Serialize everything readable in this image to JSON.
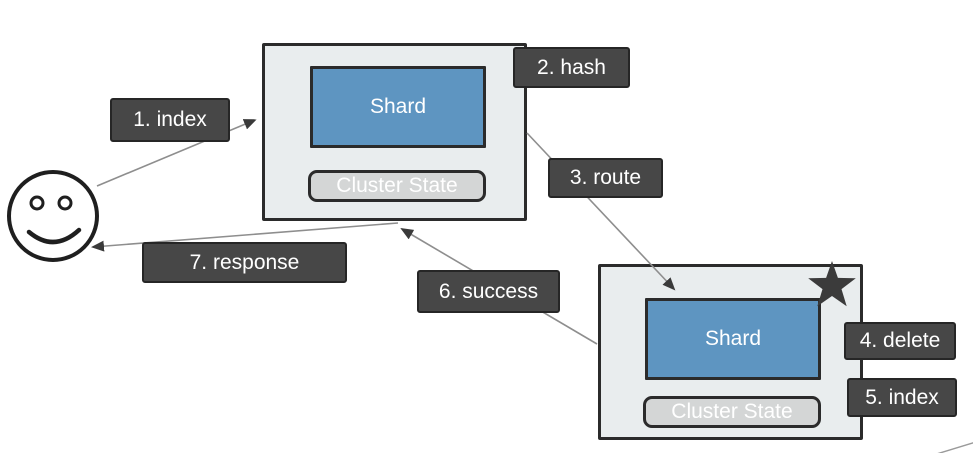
{
  "nodes": [
    {
      "shard_label": "Shard",
      "cluster_state_label": "Cluster State",
      "starred": false
    },
    {
      "shard_label": "Shard",
      "cluster_state_label": "Cluster State",
      "starred": true
    }
  ],
  "steps": [
    {
      "num": 1,
      "label": "1. index"
    },
    {
      "num": 2,
      "label": "2. hash"
    },
    {
      "num": 3,
      "label": "3. route"
    },
    {
      "num": 4,
      "label": "4. delete"
    },
    {
      "num": 5,
      "label": "5. index"
    },
    {
      "num": 6,
      "label": "6. success"
    },
    {
      "num": 7,
      "label": "7. response"
    }
  ],
  "icons": {
    "client": "smiley-face-icon",
    "primary_shard_marker": "star-icon"
  },
  "colors": {
    "background": "#ffffff",
    "node_fill": "#e9edee",
    "node_border": "#2b2b2b",
    "shard_fill": "#5e95c1",
    "shard_text": "#ffffff",
    "cluster_fill": "#d4d6d6",
    "cluster_text": "#ffffff",
    "step_fill": "#474747",
    "step_border": "#262626",
    "step_text": "#ffffff",
    "connector": "#8e8e8e",
    "arrowhead": "#3a3a3a",
    "star": "#3b3b3b",
    "smiley_stroke": "#1f1f1f"
  }
}
